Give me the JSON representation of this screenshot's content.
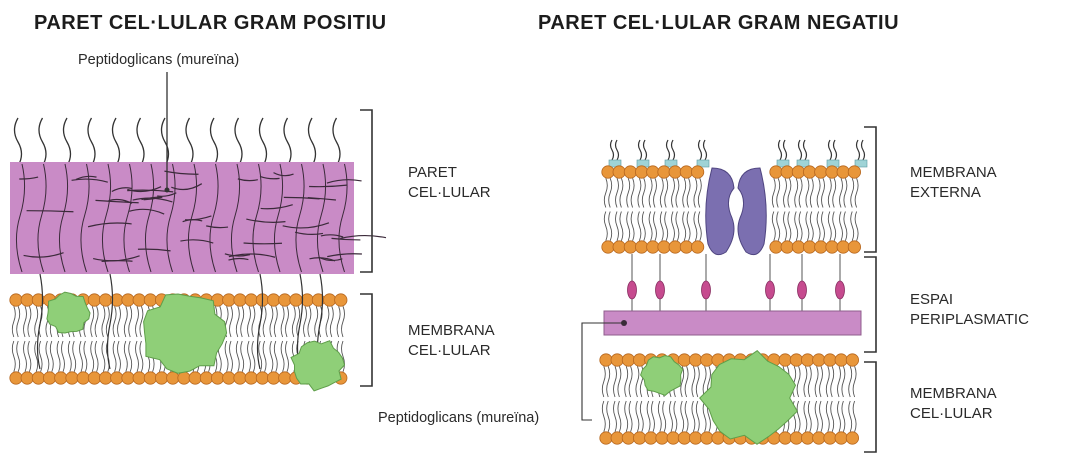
{
  "gram_positive": {
    "title": "PARET CEL·LULAR GRAM POSITIU",
    "peptidoglycan_label": "Peptidoglicans (mureïna)",
    "wall_label": [
      "PARET",
      "CEL·LULAR"
    ],
    "membrane_label": [
      "MEMBRANA",
      "CEL·LULAR"
    ]
  },
  "gram_negative": {
    "title": "PARET CEL·LULAR GRAM NEGATIU",
    "outer_membrane_label": [
      "MEMBRANA",
      "EXTERNA"
    ],
    "periplasm_label": [
      "ESPAI",
      "PERIPLASMATIC"
    ],
    "membrane_label": [
      "MEMBRANA",
      "CEL·LULAR"
    ],
    "peptidoglycan_label": "Peptidoglicans (mureïna)"
  },
  "colors": {
    "peptidoglycan": "#c98bc6",
    "lipid_head": "#e8963a",
    "protein": "#8fcf78",
    "porin": "#7b6fb0",
    "bracket": "#333333"
  }
}
